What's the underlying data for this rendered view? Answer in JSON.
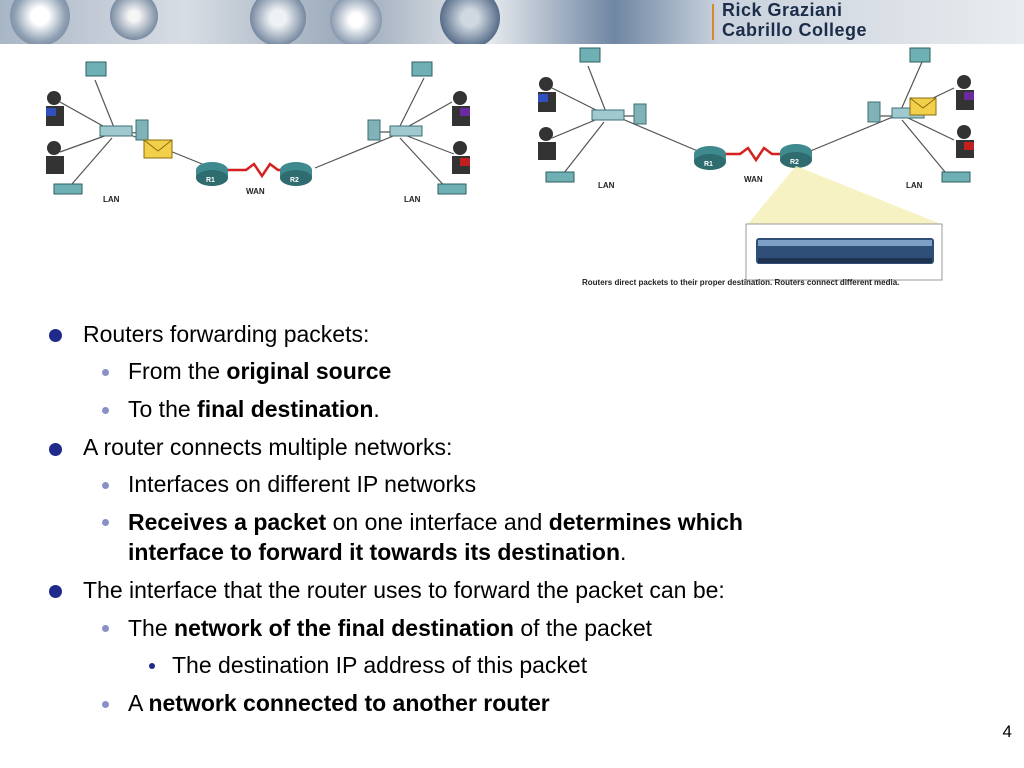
{
  "header": {
    "author": "Rick Graziani",
    "institution": "Cabrillo College"
  },
  "diagram_left": {
    "labels": [
      "LAN",
      "LAN",
      "WAN",
      "R1",
      "R2"
    ]
  },
  "diagram_right": {
    "labels": [
      "LAN",
      "LAN",
      "WAN",
      "R1",
      "R2"
    ],
    "caption": "Routers direct packets to their proper destination. Routers connect different media."
  },
  "bullets": {
    "b1": "Routers forwarding packets:",
    "b1_1_pre": "From the ",
    "b1_1_bold": "original source",
    "b1_2_pre": "To the ",
    "b1_2_bold": "final destination",
    "b1_2_post": ".",
    "b2": "A router connects multiple networks:",
    "b2_1": "Interfaces on different IP networks",
    "b2_2_bold1": "Receives a packet",
    "b2_2_mid": " on one interface and ",
    "b2_2_bold2": "determines which",
    "b2_2_line2_bold": "interface to forward it towards its destination",
    "b2_2_line2_post": ".",
    "b3": "The interface that the router uses to forward the packet can be:",
    "b3_1_pre": "The ",
    "b3_1_bold": "network of the final destination",
    "b3_1_post": " of the packet",
    "b3_1_1": "The destination IP address of this packet",
    "b3_2_pre": "A ",
    "b3_2_bold": "network connected to another router"
  },
  "page_number": "4",
  "colors": {
    "level1_bullet": "#1f2a8a",
    "level2_bullet": "#8a8fc8",
    "wan_link": "#d62020",
    "router": "#3f8a8e",
    "envelope": "#f2d04a"
  }
}
